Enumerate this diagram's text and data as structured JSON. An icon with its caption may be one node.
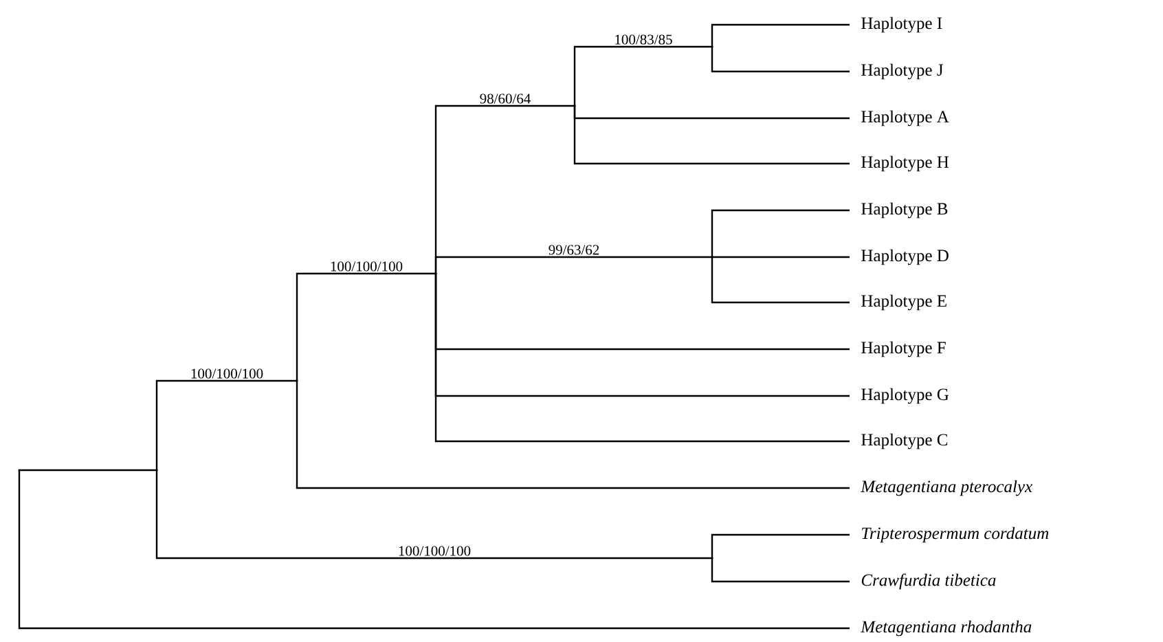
{
  "diagram": {
    "nodes": [
      {
        "text": [
          "Haplotype I"
        ]
      },
      {
        "text": [
          "Haplotype J"
        ]
      },
      {
        "text": [
          "Haplotype A"
        ]
      },
      {
        "text": [
          "Haplotype H"
        ]
      },
      {
        "text": [
          "Haplotype B"
        ]
      },
      {
        "text": [
          "Haplotype D"
        ]
      },
      {
        "text": [
          "Haplotype E"
        ]
      },
      {
        "text": [
          "Haplotype F"
        ]
      },
      {
        "text": [
          "Haplotype G"
        ]
      },
      {
        "text": [
          "Haplotype C"
        ]
      },
      {
        "text": [
          "Metagentiana pterocalyx"
        ]
      },
      {
        "text": [
          "Tripterospermum cordatum"
        ]
      },
      {
        "text": [
          "Crawfurdia tibetica"
        ]
      },
      {
        "text": [
          "Metagentiana rhodantha"
        ]
      },
      {
        "text": [],
        "shape": "point"
      },
      {
        "text": [],
        "shape": "point"
      },
      {
        "text": [],
        "shape": "point"
      },
      {
        "text": [],
        "shape": "point"
      },
      {
        "text": [],
        "shape": "point"
      },
      {
        "text": [],
        "shape": "point"
      },
      {
        "text": [],
        "shape": "point"
      },
      {
        "text": [],
        "shape": "point"
      }
    ],
    "edges": [
      {
        "from": 14,
        "to": 15,
        "arrow": "none"
      },
      {
        "from": 14,
        "to": 13,
        "arrow": "none"
      },
      {
        "from": 15,
        "to": 16,
        "arrow": "none",
        "label": "100/100/100"
      },
      {
        "from": 15,
        "to": 21,
        "arrow": "none",
        "label": "100/100/100"
      },
      {
        "from": 16,
        "to": 17,
        "arrow": "none",
        "label": "100/100/100"
      },
      {
        "from": 16,
        "to": 10,
        "arrow": "none"
      },
      {
        "from": 17,
        "to": 18,
        "arrow": "none",
        "label": "98/60/64"
      },
      {
        "from": 17,
        "to": 20,
        "arrow": "none",
        "label": "99/63/62"
      },
      {
        "from": 17,
        "to": 7,
        "arrow": "none"
      },
      {
        "from": 17,
        "to": 8,
        "arrow": "none"
      },
      {
        "from": 17,
        "to": 9,
        "arrow": "none"
      },
      {
        "from": 18,
        "to": 19,
        "arrow": "none",
        "label": "100/83/85"
      },
      {
        "from": 18,
        "to": 2,
        "arrow": "none"
      },
      {
        "from": 18,
        "to": 3,
        "arrow": "none"
      },
      {
        "from": 19,
        "to": 0,
        "arrow": "none"
      },
      {
        "from": 19,
        "to": 1,
        "arrow": "none"
      },
      {
        "from": 20,
        "to": 4,
        "arrow": "none"
      },
      {
        "from": 20,
        "to": 5,
        "arrow": "none"
      },
      {
        "from": 20,
        "to": 6,
        "arrow": "none"
      },
      {
        "from": 21,
        "to": 11,
        "arrow": "none"
      },
      {
        "from": 21,
        "to": 12,
        "arrow": "none"
      }
    ]
  }
}
